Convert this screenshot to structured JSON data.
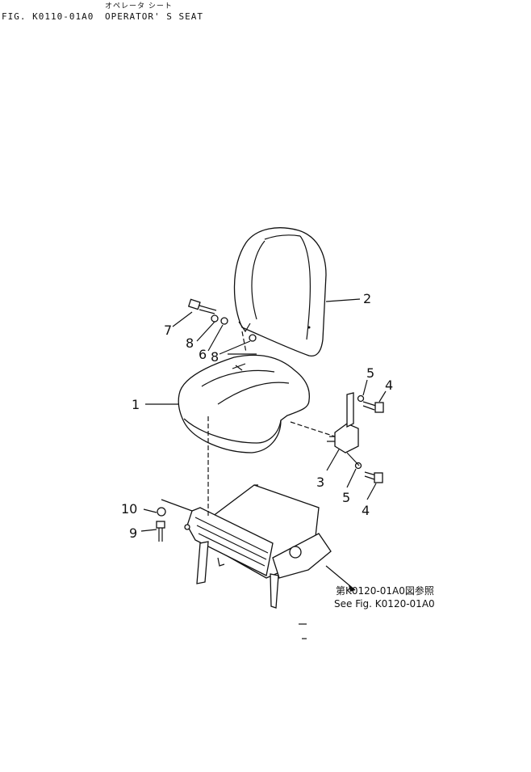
{
  "header": {
    "fig_code": "FIG. K0110-01A0",
    "title_ja": "オペレータ シート",
    "title_en": "OPERATOR' S SEAT"
  },
  "callouts": [
    {
      "label": "1",
      "part": "seat-cushion"
    },
    {
      "label": "2",
      "part": "seat-back"
    },
    {
      "label": "3",
      "part": "bracket"
    },
    {
      "label": "4",
      "part": "bolt"
    },
    {
      "label": "4",
      "part": "bolt"
    },
    {
      "label": "5",
      "part": "washer"
    },
    {
      "label": "5",
      "part": "washer"
    },
    {
      "label": "6",
      "part": "spacer"
    },
    {
      "label": "7",
      "part": "bolt"
    },
    {
      "label": "8",
      "part": "washer"
    },
    {
      "label": "8",
      "part": "washer"
    },
    {
      "label": "9",
      "part": "bolt"
    },
    {
      "label": "10",
      "part": "washer"
    }
  ],
  "reference": {
    "ja": "第K0120-01A0図参照",
    "en": "See Fig. K0120-01A0"
  }
}
